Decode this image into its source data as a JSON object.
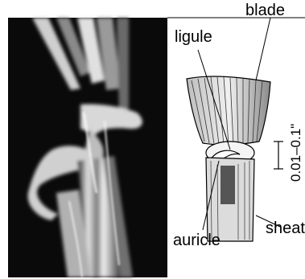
{
  "labels": {
    "blade": "blade",
    "ligule": "ligule",
    "sheath": "sheath",
    "auricle": "auricle",
    "scale": "0.01–0.1\""
  },
  "colors": {
    "photo_background": "#0a0a0a",
    "stem_highlight": "#e8e8e8",
    "ink": "#000000"
  }
}
